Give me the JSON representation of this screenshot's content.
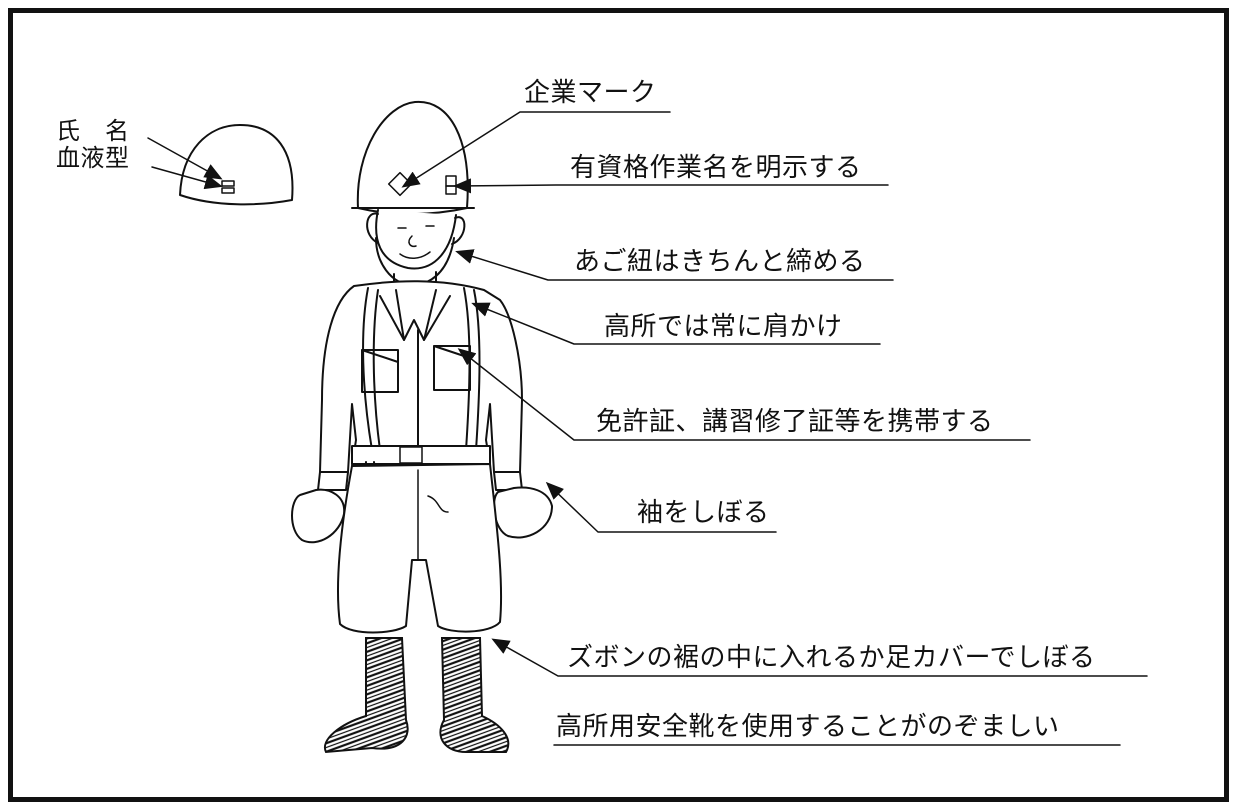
{
  "helmet_labels": {
    "name": "氏　名",
    "blood_type": "血液型"
  },
  "callouts": [
    {
      "id": "company_mark",
      "text": "企業マーク"
    },
    {
      "id": "qualification",
      "text": "有資格作業名を明示する"
    },
    {
      "id": "chin_strap",
      "text": "あご紐はきちんと締める"
    },
    {
      "id": "harness",
      "text": "高所では常に肩かけ"
    },
    {
      "id": "license",
      "text": "免許証、講習修了証等を携帯する"
    },
    {
      "id": "sleeves",
      "text": "袖をしぼる"
    },
    {
      "id": "trousers",
      "text": "ズボンの裾の中に入れるか足カバーでしぼる"
    },
    {
      "id": "shoes",
      "text": "高所用安全靴を使用することがのぞましい"
    }
  ]
}
